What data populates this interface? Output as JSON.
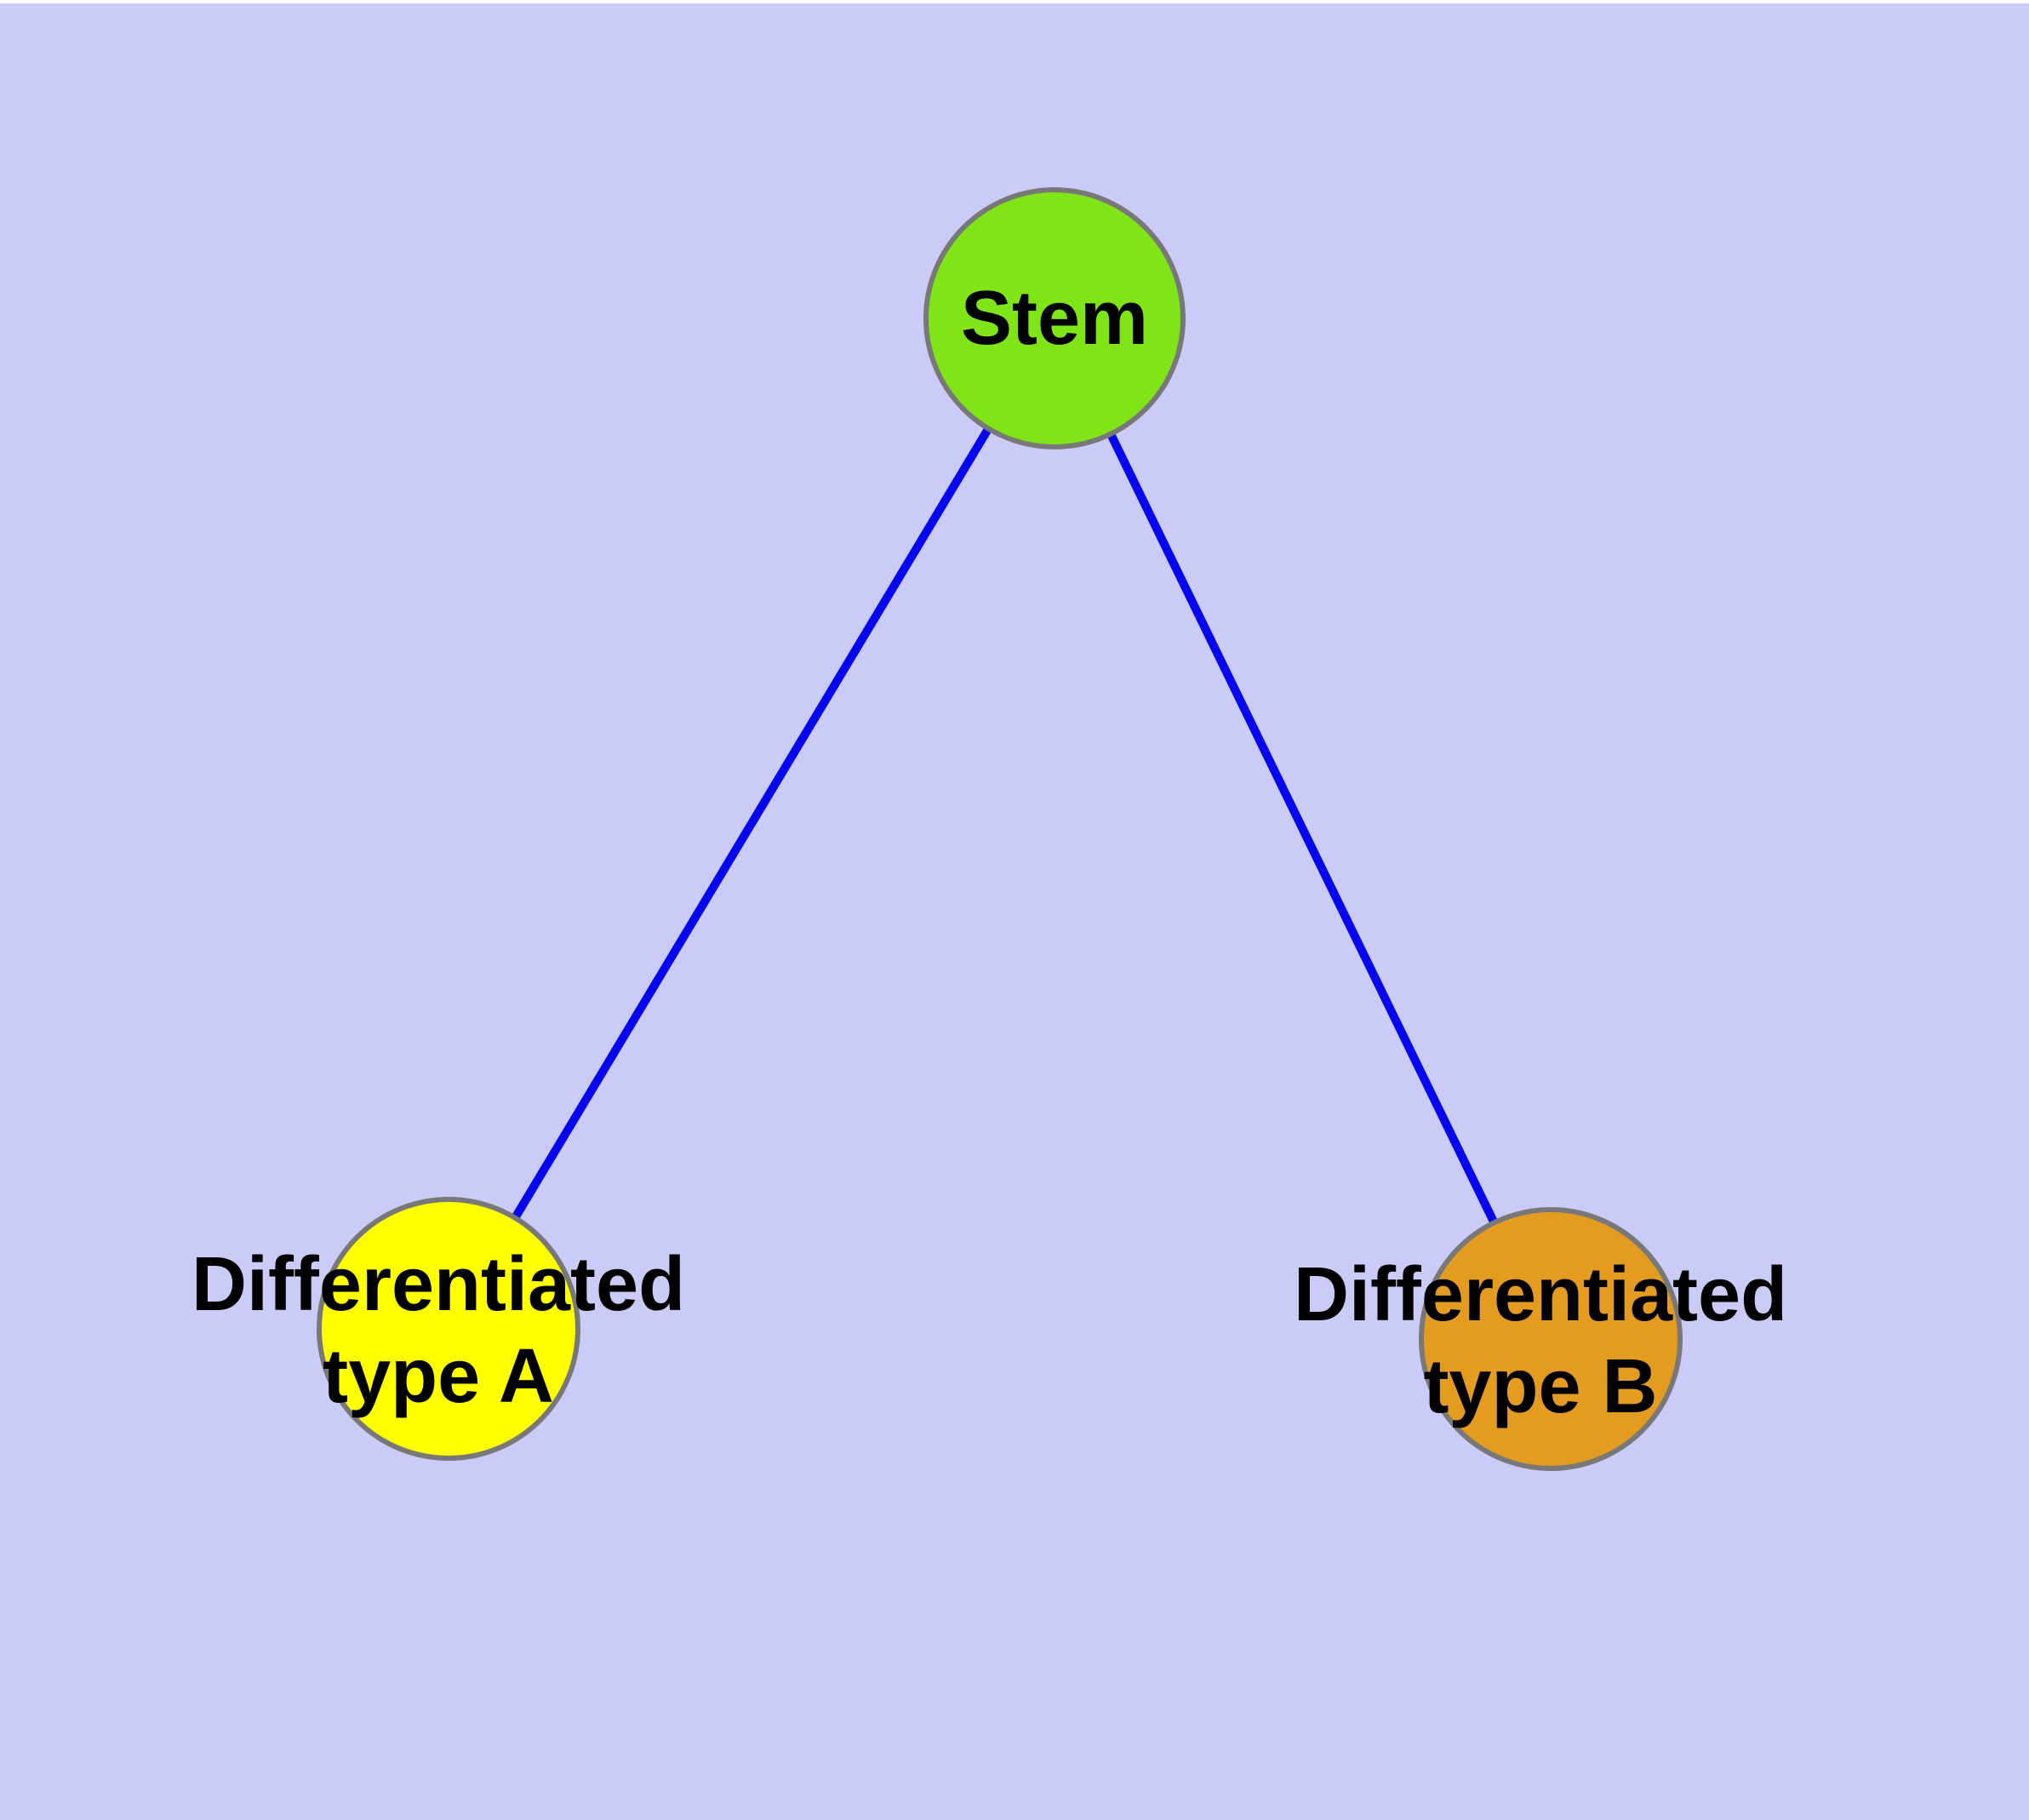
{
  "diagram": {
    "background_color": "#cbcbf8",
    "edge_color": "#0505f0",
    "node_border_color": "#787878",
    "label_color": "#000000",
    "nodes": [
      {
        "id": "stem",
        "label": "Stem",
        "fill": "#80e517"
      },
      {
        "id": "differentiated-type-a",
        "label_line1": "Differentiated",
        "label_line2": "type A",
        "fill": "#ffff00"
      },
      {
        "id": "differentiated-type-b",
        "label_line1": "Differentiated",
        "label_line2": "type B",
        "fill": "#e39b20"
      }
    ],
    "edges": [
      {
        "from": "stem",
        "to": "differentiated-type-a"
      },
      {
        "from": "stem",
        "to": "differentiated-type-b"
      }
    ]
  }
}
